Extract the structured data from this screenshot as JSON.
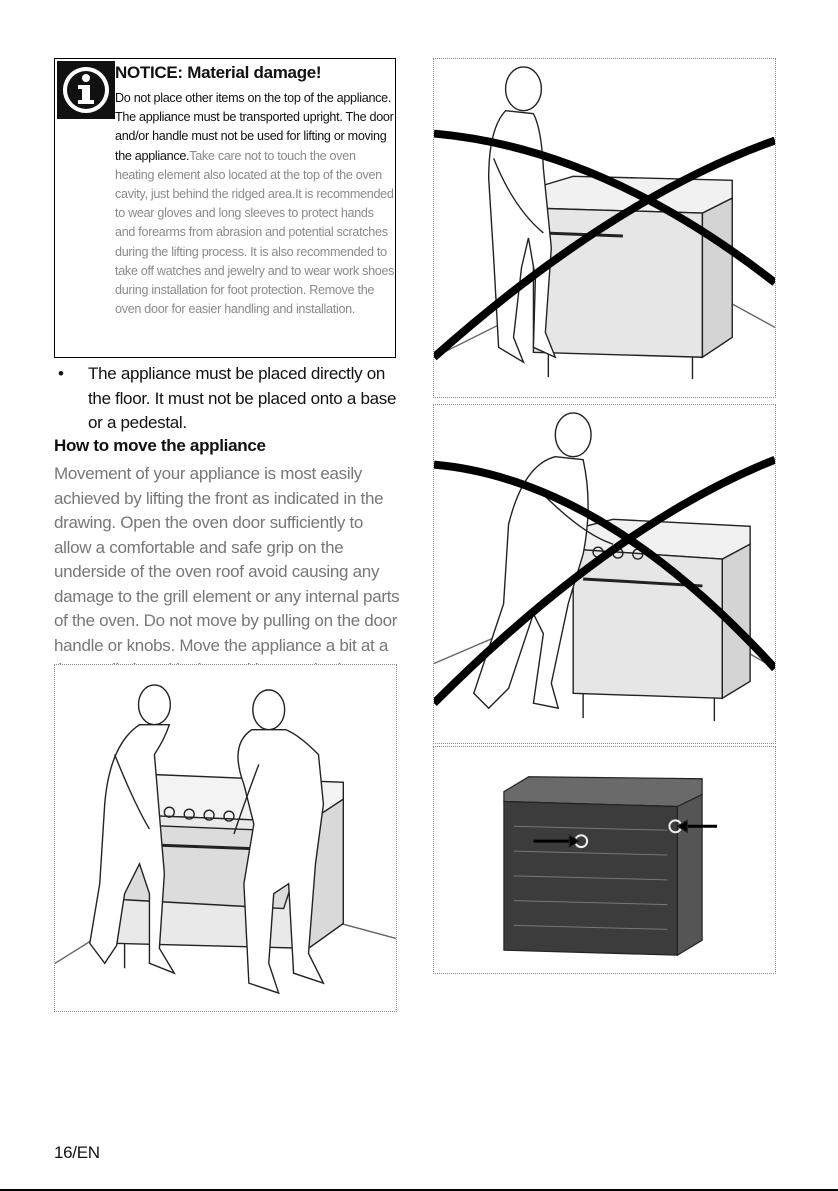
{
  "notice": {
    "title": "NOTICE: Material damage!",
    "body_lead": "Do not place other items on the top of the appliance. The appliance must be transported upright. The door and/or handle must not be used for lifting or moving the appliance.",
    "body_faint": "Take care not to touch the oven heating element also located at the top of the oven cavity, just behind the ridged area.It is recommended to wear gloves and long sleeves to protect hands and forearms from abrasion and potential scratches during the lifting process. It is also recommended to take off watches and jewelry and to wear work shoes during installation for foot protection. Remove the oven door for easier handling and installation.",
    "icon": "info-icon"
  },
  "bullet": {
    "symbol": "•",
    "text": "The appliance must be placed directly on the floor. It must not be placed onto a base or a pedestal."
  },
  "move": {
    "heading": "How to move the appliance",
    "body": "Movement of your appliance is most easily achieved by lifting the front as indicated in the drawing. Open the oven door sufficiently to allow a comfortable and safe grip on the underside of the oven roof avoid causing any damage to the grill element or any internal parts of the oven. Do not move by pulling on the door handle or knobs. Move the appliance a bit at a time until placed in the position required."
  },
  "page_number": "16/EN"
}
